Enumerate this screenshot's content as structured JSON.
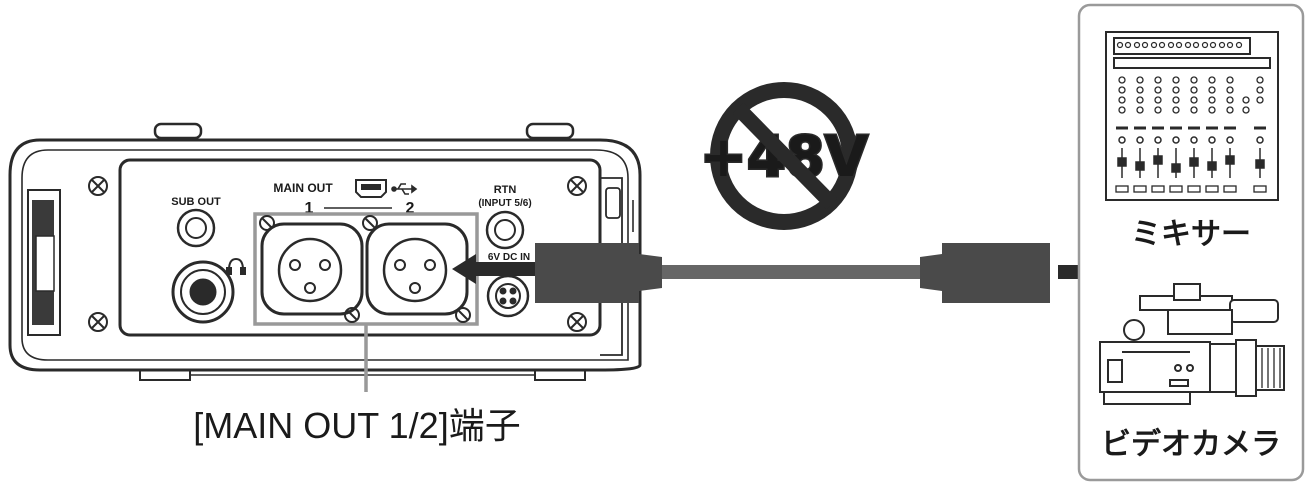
{
  "recorder": {
    "sub_out_label": "SUB OUT",
    "main_out_label": "MAIN OUT",
    "main_out_channel_1": "1",
    "main_out_channel_2": "2",
    "rtn_label": "RTN",
    "rtn_sub_label": "(INPUT 5/6)",
    "dc_in_label": "6V DC IN",
    "headphone_icon": "headphone-icon",
    "usb_icon": "usb-icon"
  },
  "warning": {
    "text": "+48V",
    "icon": "prohibition-icon"
  },
  "callout": {
    "text": "[MAIN OUT 1/2]端子"
  },
  "destinations": {
    "mixer_label": "ミキサー",
    "camera_label": "ビデオカメラ",
    "mixer_icon": "mixer-icon",
    "camera_icon": "video-camera-icon"
  },
  "colors": {
    "line": "#2a2a2a",
    "fill_dark": "#4a4a4a",
    "panel_border": "#9a9a9a",
    "highlight_border": "#999999",
    "cable": "#666666"
  }
}
